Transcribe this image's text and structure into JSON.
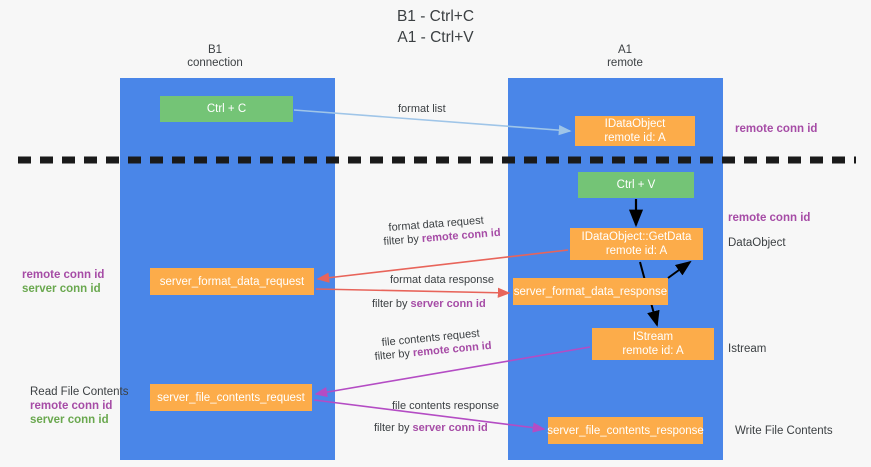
{
  "title": {
    "line1": "B1 - Ctrl+C",
    "line2": "A1 - Ctrl+V"
  },
  "columns": {
    "left": {
      "name": "B1",
      "role": "connection"
    },
    "right": {
      "name": "A1",
      "role": "remote"
    }
  },
  "nodes": {
    "ctrl_c": {
      "label": "Ctrl + C",
      "color": "#74c476"
    },
    "idataobject": {
      "line1": "IDataObject",
      "line2": "remote id: A",
      "color": "#fcac4a"
    },
    "ctrl_v": {
      "label": "Ctrl + V",
      "color": "#74c476"
    },
    "getdata": {
      "line1": "IDataObject::GetData",
      "line2": "remote id: A",
      "color": "#fcac4a"
    },
    "server_format_data_request": {
      "label": "server_format_data_request",
      "color": "#fcac4a"
    },
    "server_format_data_response": {
      "label": "server_format_data_response",
      "color": "#fcac4a"
    },
    "istream": {
      "line1": "IStream",
      "line2": "remote id: A",
      "color": "#fcac4a"
    },
    "server_file_contents_request": {
      "label": "server_file_contents_request",
      "color": "#fcac4a"
    },
    "server_file_contents_response": {
      "label": "server_file_contents_response",
      "color": "#fcac4a"
    }
  },
  "connector_labels": {
    "format_list": "format list",
    "format_data_request": "format data request",
    "format_data_request_filter_prefix": "filter by ",
    "format_data_request_filter_key": "remote conn id",
    "format_data_response": "format data response",
    "format_data_response_filter_prefix": "filter by ",
    "format_data_response_filter_key": "server conn id",
    "file_contents_request": "file contents request",
    "file_contents_request_filter_prefix": "filter by ",
    "file_contents_request_filter_key": "remote conn id",
    "file_contents_response": "file contents response",
    "file_contents_response_filter_prefix": "filter by ",
    "file_contents_response_filter_key": "server conn id"
  },
  "annotations": {
    "right_remote_conn_id_top": "remote conn id",
    "right_remote_conn_id_mid": "remote conn id",
    "right_dataobject": "DataObject",
    "right_istream": "Istream",
    "right_write_file_contents": "Write File Contents",
    "left_read_file_contents": "Read File Contents",
    "left_remote_conn_id_a": "remote conn id",
    "left_server_conn_id_a": "server conn id",
    "left_remote_conn_id_b": "remote conn id",
    "left_server_conn_id_b": "server conn id"
  },
  "colors": {
    "lane": "#4a86e8",
    "green_node": "#74c476",
    "orange_node": "#fcac4a",
    "purple_text": "#a64ca6",
    "green_text": "#6aa84f",
    "red_arrow": "#e8645a",
    "purple_arrow": "#b44cc4",
    "blue_arrow": "#9fc5e8",
    "black_arrow": "#000000",
    "divider": "#1a1a1a",
    "background": "#f7f7f7"
  }
}
